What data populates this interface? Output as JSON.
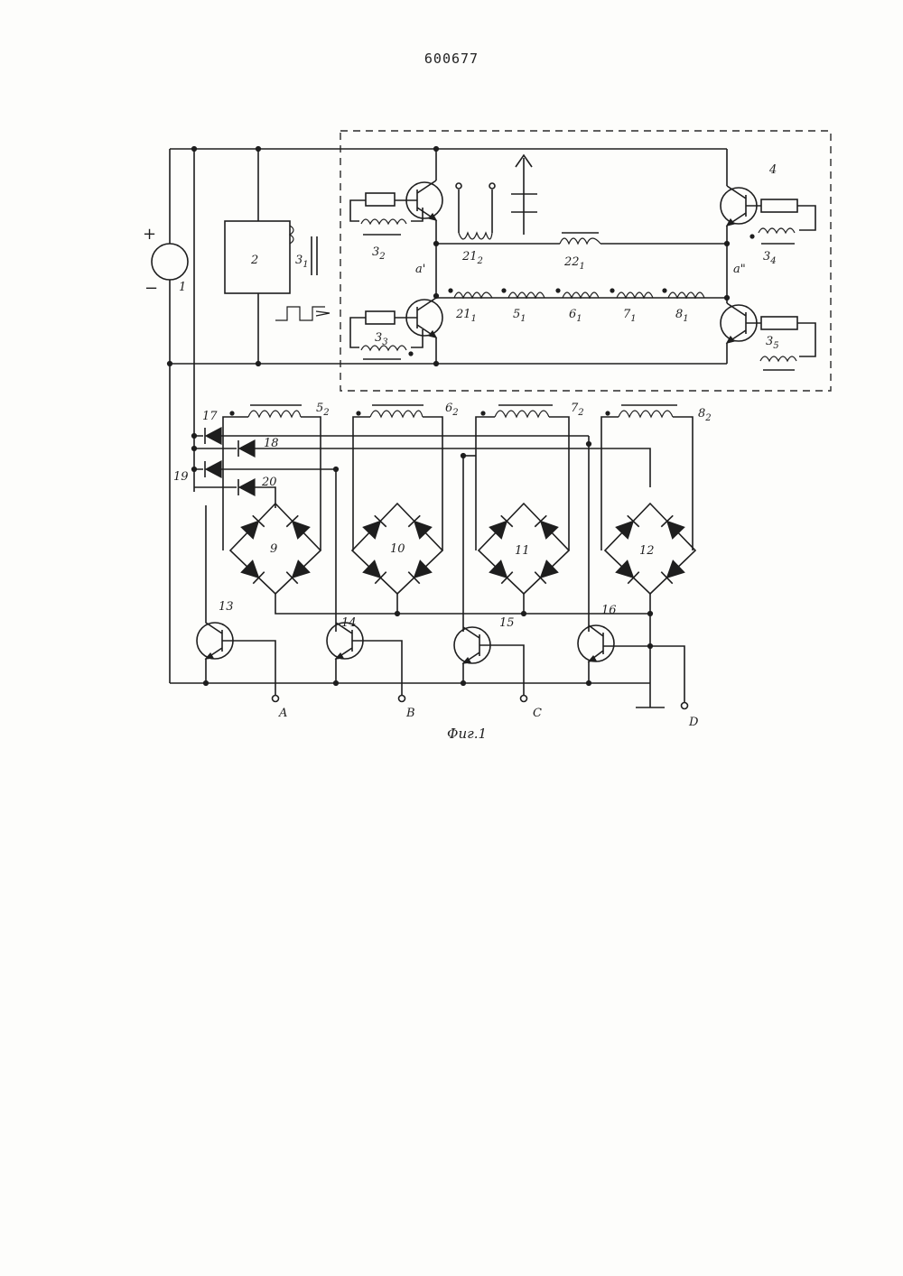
{
  "page_number": "600677",
  "caption": "Фиг.1",
  "power_signs": {
    "plus": "+",
    "minus": "−"
  },
  "labels": {
    "source": "1",
    "block": "2",
    "transistor_4": "4",
    "node_a1": "a'",
    "node_a2": "a\"",
    "diode_17": "17",
    "diode_18": "18",
    "diode_19": "19",
    "diode_20": "20",
    "bridge_9": "9",
    "bridge_10": "10",
    "bridge_11": "11",
    "bridge_12": "12",
    "tr_13": "13",
    "tr_14": "14",
    "tr_15": "15",
    "tr_16": "16"
  },
  "windings": {
    "w3_1": {
      "base": "3",
      "sub": "1"
    },
    "w3_2": {
      "base": "3",
      "sub": "2"
    },
    "w3_3": {
      "base": "3",
      "sub": "3"
    },
    "w3_4": {
      "base": "3",
      "sub": "4"
    },
    "w3_5": {
      "base": "3",
      "sub": "5"
    },
    "w21_2": {
      "base": "21",
      "sub": "2"
    },
    "w22_1": {
      "base": "22",
      "sub": "1"
    },
    "w21_1": {
      "base": "21",
      "sub": "1"
    },
    "w5_1": {
      "base": "5",
      "sub": "1"
    },
    "w6_1": {
      "base": "6",
      "sub": "1"
    },
    "w7_1": {
      "base": "7",
      "sub": "1"
    },
    "w8_1": {
      "base": "8",
      "sub": "1"
    },
    "w5_2": {
      "base": "5",
      "sub": "2"
    },
    "w6_2": {
      "base": "6",
      "sub": "2"
    },
    "w7_2": {
      "base": "7",
      "sub": "2"
    },
    "w8_2": {
      "base": "8",
      "sub": "2"
    }
  },
  "outputs": {
    "A": "A",
    "B": "B",
    "C": "C",
    "D": "D"
  }
}
